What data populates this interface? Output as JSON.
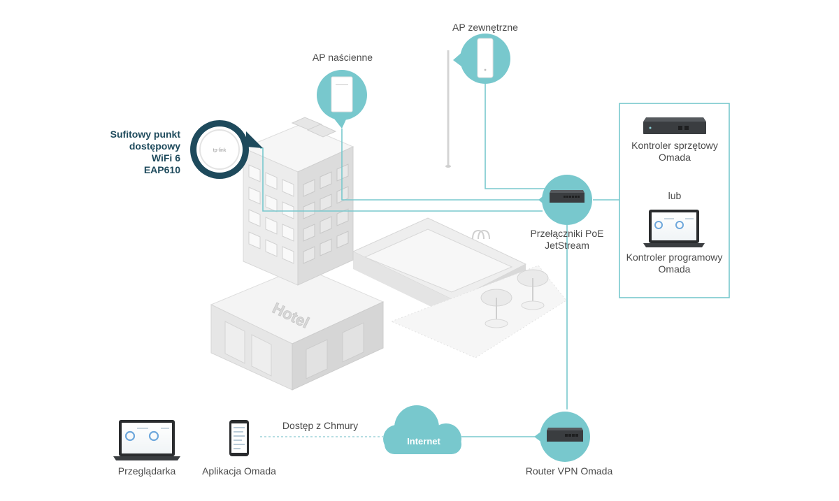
{
  "colors": {
    "teal": "#78c8cd",
    "teal_dark": "#55b4bb",
    "navy": "#1e4a5c",
    "building_light": "#f2f2f2",
    "building_mid": "#e2e2e2",
    "building_dark": "#cfcfcf",
    "device_dark": "#3a3d40"
  },
  "labels": {
    "ceiling_ap": [
      "Sufitowy punkt",
      "dostępowy",
      "WiFi 6",
      "EAP610"
    ],
    "wall_ap": "AP naścienne",
    "outdoor_ap": "AP zewnętrzne",
    "hardware_controller": [
      "Kontroler sprzętowy",
      "Omada"
    ],
    "or": "lub",
    "software_controller": [
      "Kontroler programowy",
      "Omada"
    ],
    "poe_switch": [
      "Przełączniki PoE",
      "JetStream"
    ],
    "hotel_sign": "Hotel",
    "cloud_access": "Dostęp z Chmury",
    "internet": "Internet",
    "browser": "Przeglądarka",
    "omada_app": "Aplikacja Omada",
    "vpn_router": "Router VPN Omada"
  }
}
